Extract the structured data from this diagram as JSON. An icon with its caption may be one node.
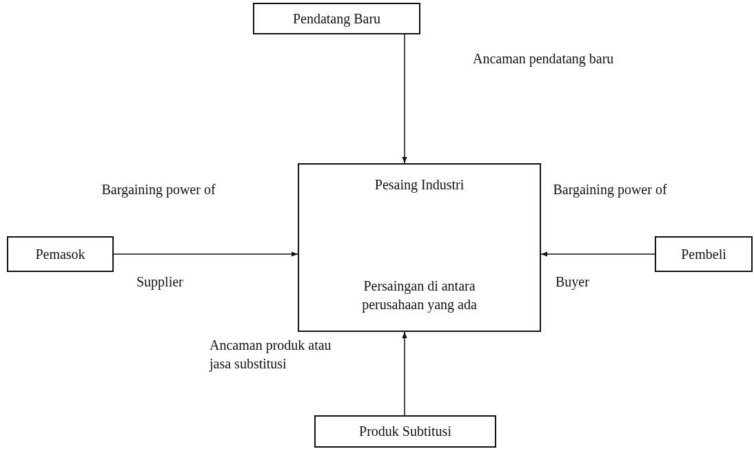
{
  "diagram": {
    "nodes": [
      {
        "text": [
          "Pendatang Baru"
        ]
      },
      {
        "text": [
          "Pesaing Industri",
          "Persaingan di antara perusahaan yang ada"
        ]
      },
      {
        "text": [
          "Pemasok"
        ]
      },
      {
        "text": [
          "Pembeli"
        ]
      },
      {
        "text": [
          "Produk Subtitusi"
        ]
      }
    ],
    "edges": [
      {
        "from": 0,
        "to": 1,
        "arrow": "to"
      },
      {
        "from": 2,
        "to": 1,
        "arrow": "to"
      },
      {
        "from": 3,
        "to": 1,
        "arrow": "to"
      },
      {
        "from": 4,
        "to": 1,
        "arrow": "to"
      }
    ],
    "labels": [
      "Ancaman pendatang baru",
      "Bargaining power of",
      "Bargaining power of",
      "Supplier",
      "Buyer",
      "Ancaman produk atau jasa substitusi"
    ]
  }
}
